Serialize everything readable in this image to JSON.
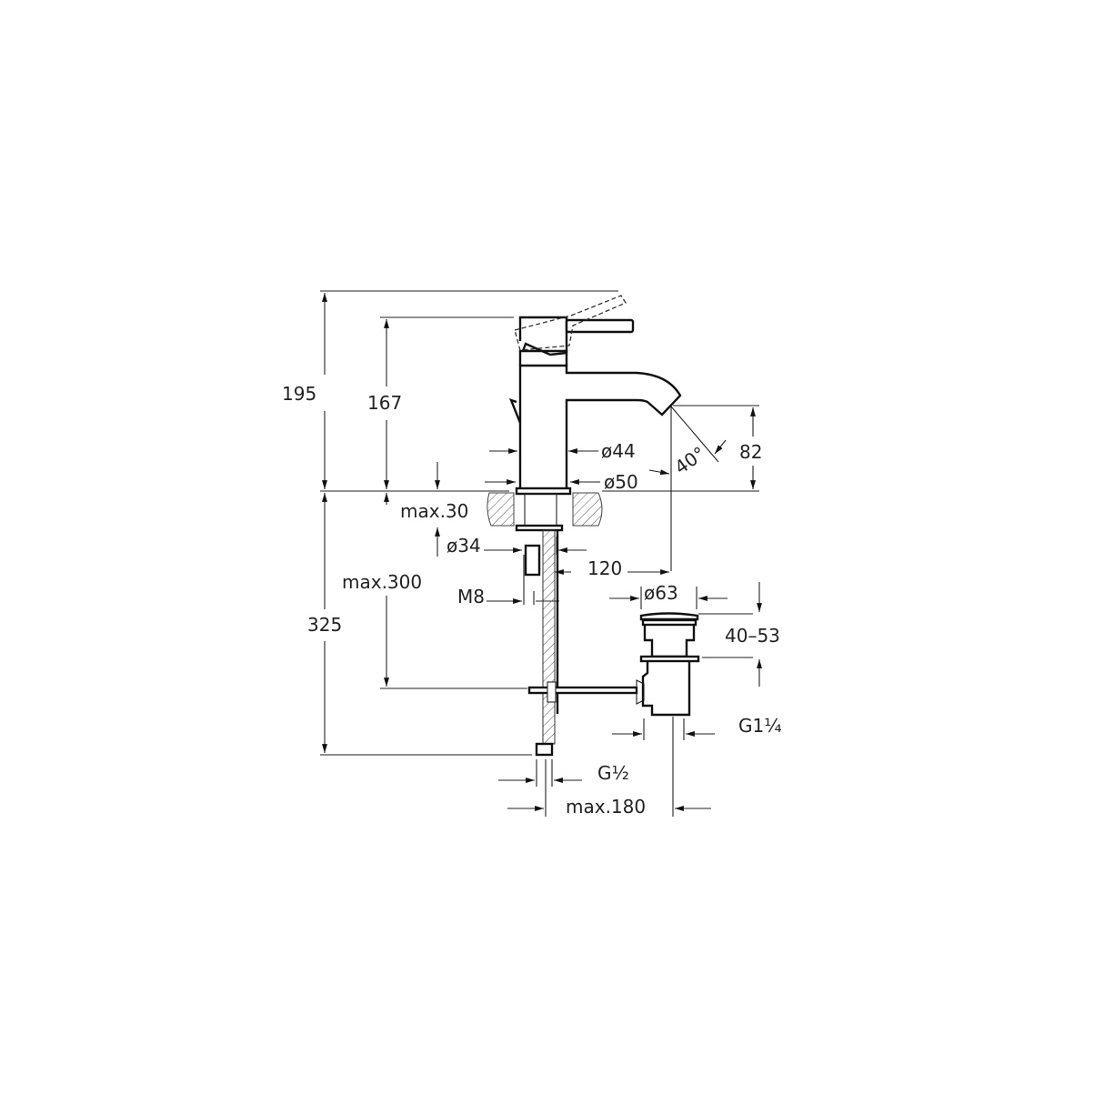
{
  "dimensions": {
    "total_height": "195",
    "body_height": "167",
    "spout_height": "82",
    "spout_angle": "40°",
    "body_diameter": "ø44",
    "base_diameter": "ø50",
    "max_counter": "max.30",
    "shank_diameter": "ø34",
    "spout_reach": "120",
    "max_rod": "max.300",
    "stud_thread": "M8",
    "hose_length": "325",
    "waste_diameter": "ø63",
    "waste_range": "40–53",
    "waste_thread": "G1¼",
    "hose_thread": "G½",
    "max_reach": "max.180"
  },
  "colors": {
    "line": "#111111",
    "background": "#ffffff"
  }
}
